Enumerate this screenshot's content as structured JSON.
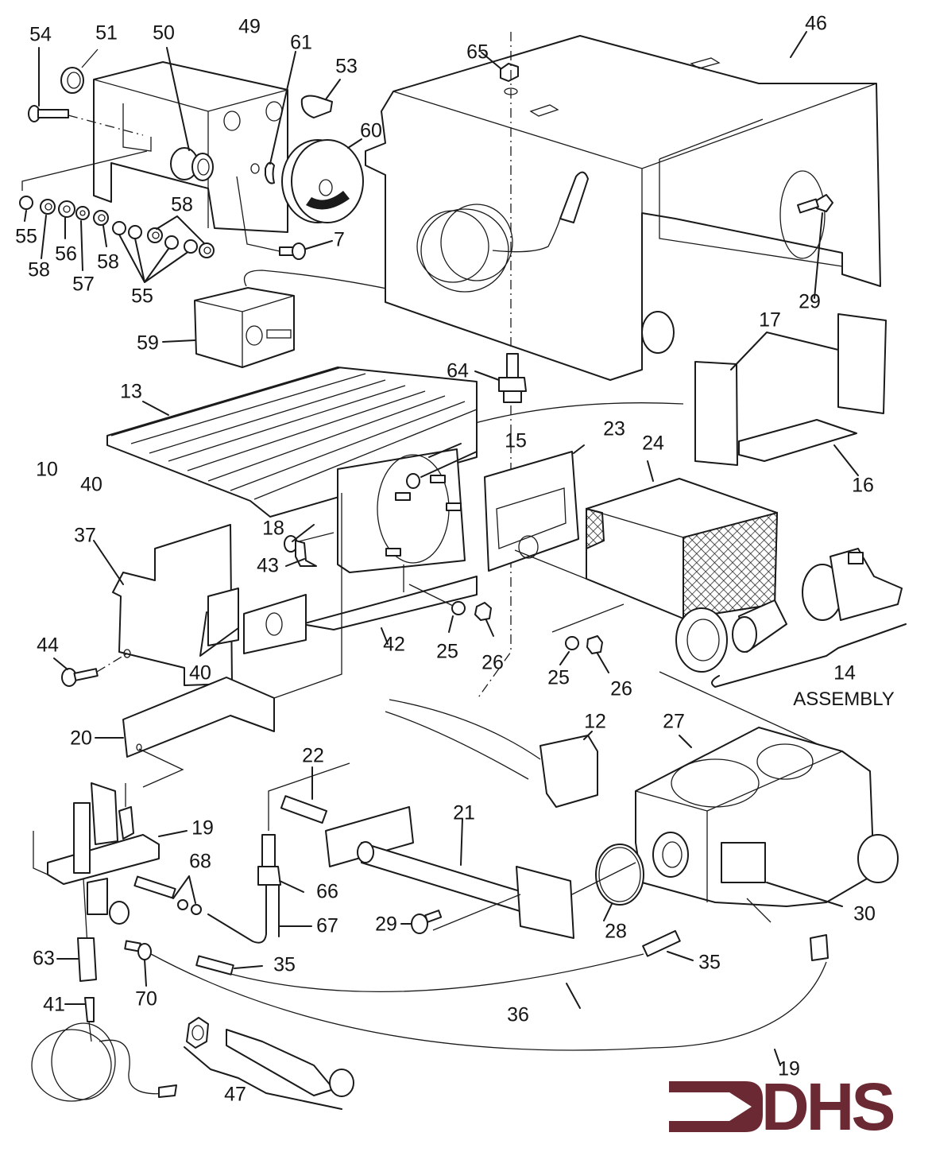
{
  "diagram": {
    "title": "Exploded parts diagram - burner and gas control assembly",
    "type": "exploded-parts-view",
    "callouts": [
      {
        "id": "c54",
        "label": "54"
      },
      {
        "id": "c51",
        "label": "51"
      },
      {
        "id": "c50",
        "label": "50"
      },
      {
        "id": "c49",
        "label": "49"
      },
      {
        "id": "c61",
        "label": "61"
      },
      {
        "id": "c53",
        "label": "53"
      },
      {
        "id": "c60",
        "label": "60"
      },
      {
        "id": "c65",
        "label": "65"
      },
      {
        "id": "c46",
        "label": "46"
      },
      {
        "id": "c55a",
        "label": "55"
      },
      {
        "id": "c58a",
        "label": "58"
      },
      {
        "id": "c56",
        "label": "56"
      },
      {
        "id": "c57",
        "label": "57"
      },
      {
        "id": "c58b",
        "label": "58"
      },
      {
        "id": "c58c",
        "label": "58"
      },
      {
        "id": "c55b",
        "label": "55"
      },
      {
        "id": "c7",
        "label": "7"
      },
      {
        "id": "c29a",
        "label": "29"
      },
      {
        "id": "c59",
        "label": "59"
      },
      {
        "id": "c17",
        "label": "17"
      },
      {
        "id": "c64",
        "label": "64"
      },
      {
        "id": "c13",
        "label": "13"
      },
      {
        "id": "c15",
        "label": "15"
      },
      {
        "id": "c23",
        "label": "23"
      },
      {
        "id": "c24",
        "label": "24"
      },
      {
        "id": "c16",
        "label": "16"
      },
      {
        "id": "c10",
        "label": "10"
      },
      {
        "id": "c40a",
        "label": "40"
      },
      {
        "id": "c18",
        "label": "18"
      },
      {
        "id": "c37",
        "label": "37"
      },
      {
        "id": "c43",
        "label": "43"
      },
      {
        "id": "c42",
        "label": "42"
      },
      {
        "id": "c25a",
        "label": "25"
      },
      {
        "id": "c26a",
        "label": "26"
      },
      {
        "id": "c44",
        "label": "44"
      },
      {
        "id": "c40b",
        "label": "40"
      },
      {
        "id": "c25b",
        "label": "25"
      },
      {
        "id": "c26b",
        "label": "26"
      },
      {
        "id": "c14",
        "label": "14"
      },
      {
        "id": "c20",
        "label": "20"
      },
      {
        "id": "c12",
        "label": "12"
      },
      {
        "id": "c27",
        "label": "27"
      },
      {
        "id": "c22",
        "label": "22"
      },
      {
        "id": "c19a",
        "label": "19"
      },
      {
        "id": "c21",
        "label": "21"
      },
      {
        "id": "c68",
        "label": "68"
      },
      {
        "id": "c66",
        "label": "66"
      },
      {
        "id": "c67",
        "label": "67"
      },
      {
        "id": "c29b",
        "label": "29"
      },
      {
        "id": "c28",
        "label": "28"
      },
      {
        "id": "c30",
        "label": "30"
      },
      {
        "id": "c35a",
        "label": "35"
      },
      {
        "id": "c35b",
        "label": "35"
      },
      {
        "id": "c63",
        "label": "63"
      },
      {
        "id": "c70",
        "label": "70"
      },
      {
        "id": "c36",
        "label": "36"
      },
      {
        "id": "c41",
        "label": "41"
      },
      {
        "id": "c19b",
        "label": "19"
      },
      {
        "id": "c47",
        "label": "47"
      }
    ],
    "assembly_label": "ASSEMBLY"
  },
  "logo": {
    "text": "DHS",
    "color": "#6b2a33"
  },
  "colors": {
    "line": "#1a1a1a",
    "background": "#ffffff"
  }
}
